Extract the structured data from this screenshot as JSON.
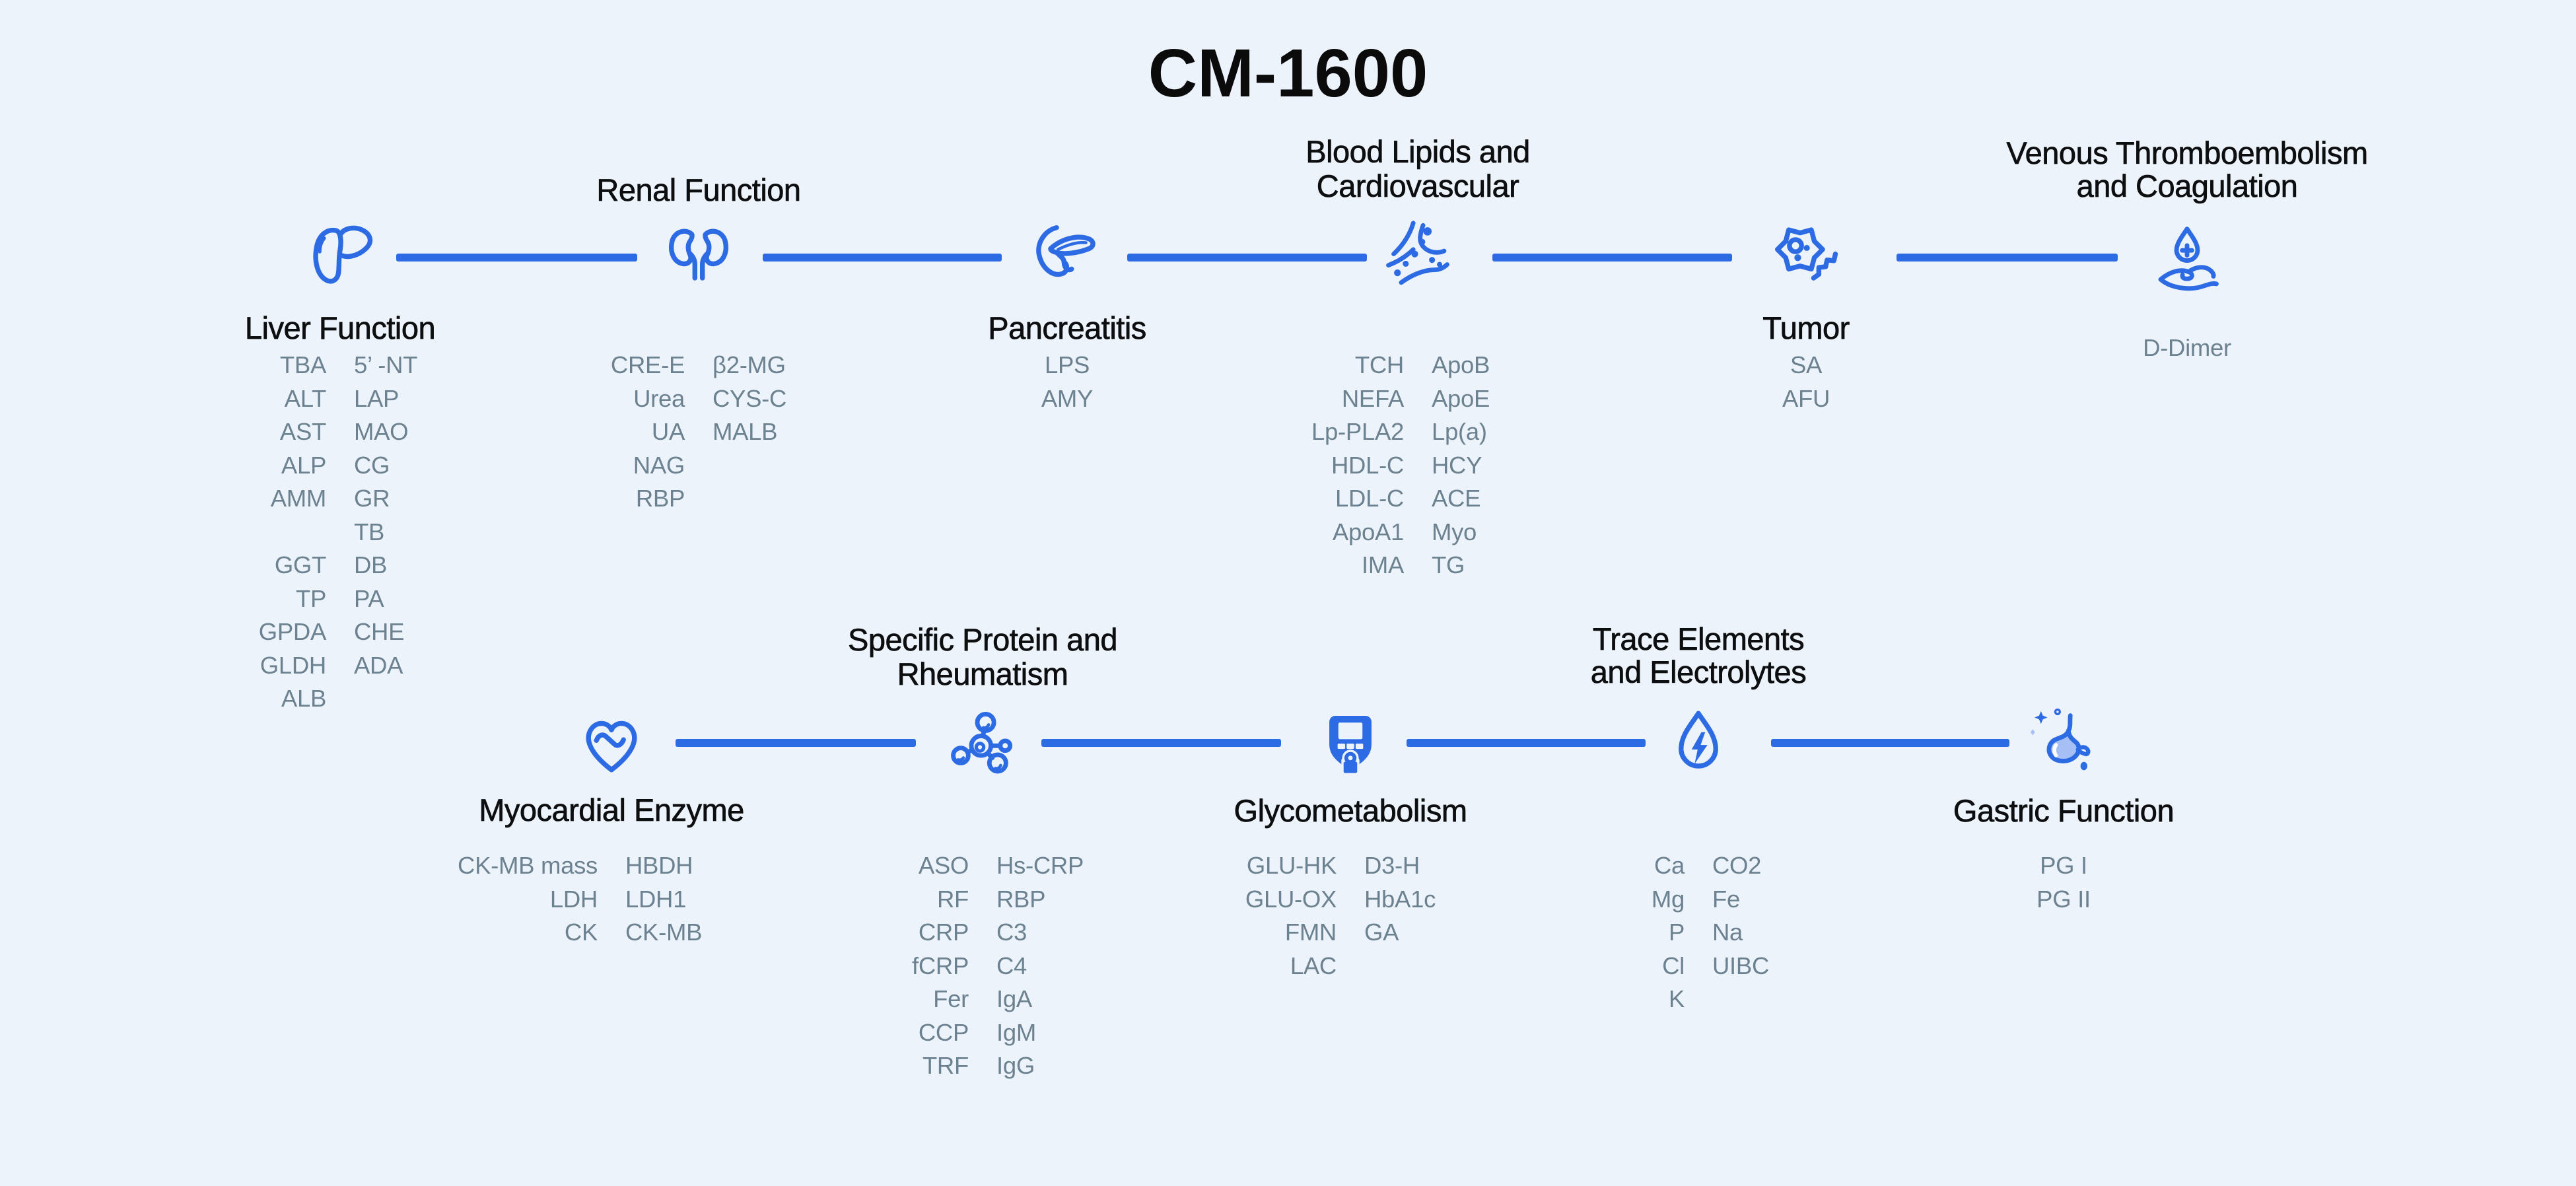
{
  "app": {
    "title": "CM-1600"
  },
  "theme": {
    "background": "#EDF3FA",
    "accent": "#2C6BE4",
    "heading_color": "#0D0E10",
    "test_color": "#6C8290",
    "stomach_fill": "#A6C0F5"
  },
  "categories": [
    {
      "id": "liver-function",
      "icon": "liver-icon",
      "title_lines": [
        "Liver Function"
      ],
      "tests": [
        [
          "TBA",
          "5’ -NT"
        ],
        [
          "ALT",
          "LAP"
        ],
        [
          "AST",
          "MAO"
        ],
        [
          "ALP",
          "CG"
        ],
        [
          "AMM",
          "GR"
        ],
        [
          "",
          "TB"
        ],
        [
          "GGT",
          "DB"
        ],
        [
          "TP",
          "PA"
        ],
        [
          "GPDA",
          "CHE"
        ],
        [
          "GLDH",
          "ADA"
        ],
        [
          "ALB",
          ""
        ]
      ]
    },
    {
      "id": "renal-function",
      "icon": "kidneys-icon",
      "title_lines": [
        "Renal Function"
      ],
      "tests": [
        [
          "CRE-E",
          "β2-MG"
        ],
        [
          "Urea",
          "CYS-C"
        ],
        [
          "UA",
          "MALB"
        ],
        [
          "NAG",
          ""
        ],
        [
          "RBP",
          ""
        ]
      ]
    },
    {
      "id": "pancreatitis",
      "icon": "pancreas-icon",
      "title_lines": [
        "Pancreatitis"
      ],
      "tests": [
        [
          "LPS"
        ],
        [
          "AMY"
        ]
      ]
    },
    {
      "id": "blood-lipids-cardiovascular",
      "icon": "blood-vessel-icon",
      "title_lines": [
        "Blood Lipids and",
        "Cardiovascular"
      ],
      "tests": [
        [
          "TCH",
          "ApoB"
        ],
        [
          "NEFA",
          "ApoE"
        ],
        [
          "Lp-PLA2",
          "Lp(a)"
        ],
        [
          "HDL-C",
          "HCY"
        ],
        [
          "LDL-C",
          "ACE"
        ],
        [
          "ApoA1",
          "Myo"
        ],
        [
          "IMA",
          "TG"
        ]
      ]
    },
    {
      "id": "tumor",
      "icon": "tumor-cell-icon",
      "title_lines": [
        "Tumor"
      ],
      "tests": [
        [
          "SA"
        ],
        [
          "AFU"
        ]
      ]
    },
    {
      "id": "venous-thromboembolism-coagulation",
      "icon": "blood-drop-hand-icon",
      "title_lines": [
        "Venous Thromboembolism",
        "and Coagulation"
      ],
      "tests": [
        [
          "D-Dimer"
        ]
      ]
    },
    {
      "id": "myocardial-enzyme",
      "icon": "heart-pulse-icon",
      "title_lines": [
        "Myocardial Enzyme"
      ],
      "tests": [
        [
          "CK-MB mass",
          "HBDH"
        ],
        [
          "LDH",
          "LDH1"
        ],
        [
          "CK",
          "CK-MB"
        ]
      ]
    },
    {
      "id": "specific-protein-rheumatism",
      "icon": "molecule-icon",
      "title_lines": [
        "Specific Protein and",
        "Rheumatism"
      ],
      "tests": [
        [
          "ASO",
          "Hs-CRP"
        ],
        [
          "RF",
          "RBP"
        ],
        [
          "CRP",
          "C3"
        ],
        [
          "fCRP",
          "C4"
        ],
        [
          "Fer",
          "IgA"
        ],
        [
          "CCP",
          "IgM"
        ],
        [
          "TRF",
          "IgG"
        ]
      ]
    },
    {
      "id": "glycometabolism",
      "icon": "glucose-meter-icon",
      "title_lines": [
        "Glycometabolism"
      ],
      "tests": [
        [
          "GLU-HK",
          "D3-H"
        ],
        [
          "GLU-OX",
          "HbA1c"
        ],
        [
          "FMN",
          "GA"
        ],
        [
          "LAC",
          ""
        ]
      ]
    },
    {
      "id": "trace-elements-electrolytes",
      "icon": "water-drop-lightning-icon",
      "title_lines": [
        "Trace Elements",
        "and Electrolytes"
      ],
      "tests": [
        [
          "Ca",
          "CO2"
        ],
        [
          "Mg",
          "Fe"
        ],
        [
          "P",
          "Na"
        ],
        [
          "Cl",
          "UIBC"
        ],
        [
          "K",
          ""
        ]
      ]
    },
    {
      "id": "gastric-function",
      "icon": "stomach-icon",
      "title_lines": [
        "Gastric Function"
      ],
      "tests": [
        [
          "PG I"
        ],
        [
          "PG II"
        ]
      ]
    }
  ]
}
